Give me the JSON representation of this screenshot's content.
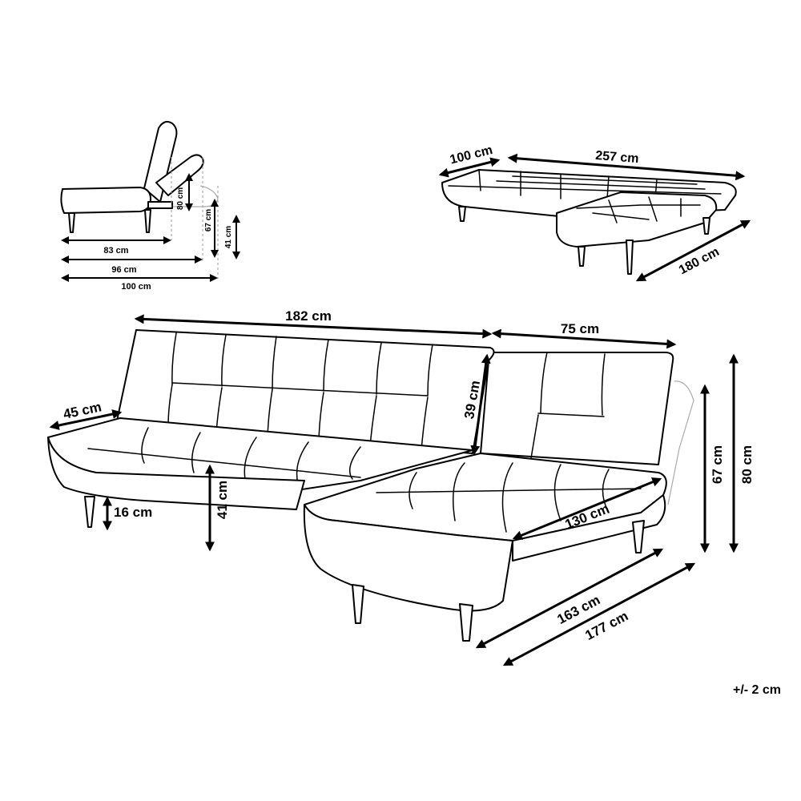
{
  "side_view": {
    "seat_depth": "83 cm",
    "reclined_depth": "96 cm",
    "flat_depth": "100 cm",
    "back_height": "80 cm",
    "arm_height": "67 cm",
    "seat_height": "41 cm"
  },
  "bed_view": {
    "width": "100 cm",
    "length": "257  cm",
    "chaise_length": "180 cm"
  },
  "main_view": {
    "sofa_width": "182 cm",
    "chaise_width": "75 cm",
    "seat_depth": "45 cm",
    "back_height": "39 cm",
    "leg_height": "16 cm",
    "seat_height": "41 cm",
    "chaise_seat_length": "130 cm",
    "chaise_length": "163 cm",
    "total_length": "177 cm",
    "chaise_arm_height": "67 cm",
    "total_height": "80 cm"
  },
  "tolerance": "+/- 2 cm"
}
